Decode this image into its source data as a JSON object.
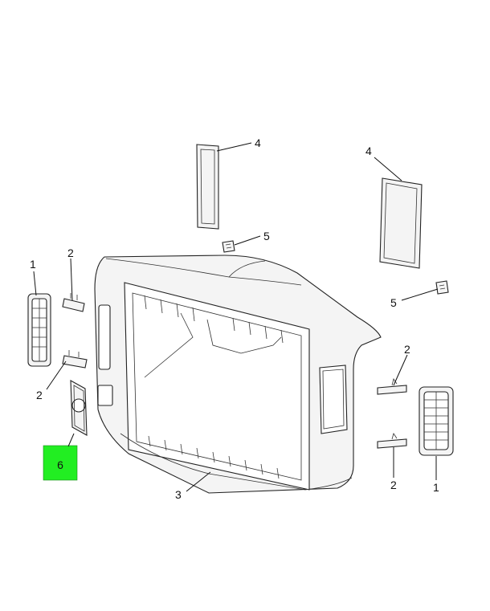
{
  "callouts": {
    "c4_left": "4",
    "c4_right": "4",
    "c5_top": "5",
    "c5_right": "5",
    "c1_left": "1",
    "c1_right": "1",
    "c2_upper_left": "2",
    "c2_lower_left": "2",
    "c2_upper_right": "2",
    "c2_lower_right": "2",
    "c3_bottom": "3"
  },
  "highlight": {
    "label": "6",
    "color": "#22ee22"
  }
}
